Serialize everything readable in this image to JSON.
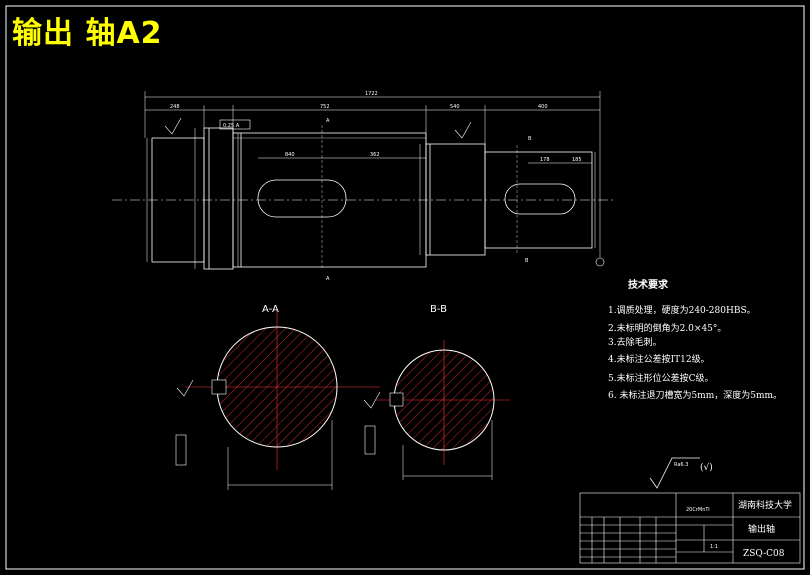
{
  "title": "输出 轴A2",
  "sections": {
    "a": "A-A",
    "b": "B-B"
  },
  "markers": {
    "a": "A",
    "b": "B"
  },
  "dimensions": {
    "total": "1722",
    "seg1": "248",
    "seg2": "752",
    "seg3": "540",
    "seg4": "400",
    "keyway1_offset": "840",
    "keyway1_length": "362",
    "keyway2_offset": "178",
    "keyway2_length": "185",
    "tol_box": "0.25 A"
  },
  "tech_requirements": {
    "heading": "技术要求",
    "items": [
      "1.调质处理，硬度为240-280HBS。",
      "2.未标明的倒角为2.0×45°。",
      "3.去除毛刺。",
      "4.未标注公差按IT12级。",
      "5.未标注形位公差按C级。",
      "6. 未标注退刀槽宽为5mm，深度为5mm。"
    ]
  },
  "roughness_note": "Ra6.3",
  "roughness_paren": "(√)",
  "title_block": {
    "university": "湖南科技大学",
    "part_name": "输出轴",
    "drawing_no": "ZSQ-C08",
    "material": "20CrMnTi",
    "scale": "1:1"
  }
}
